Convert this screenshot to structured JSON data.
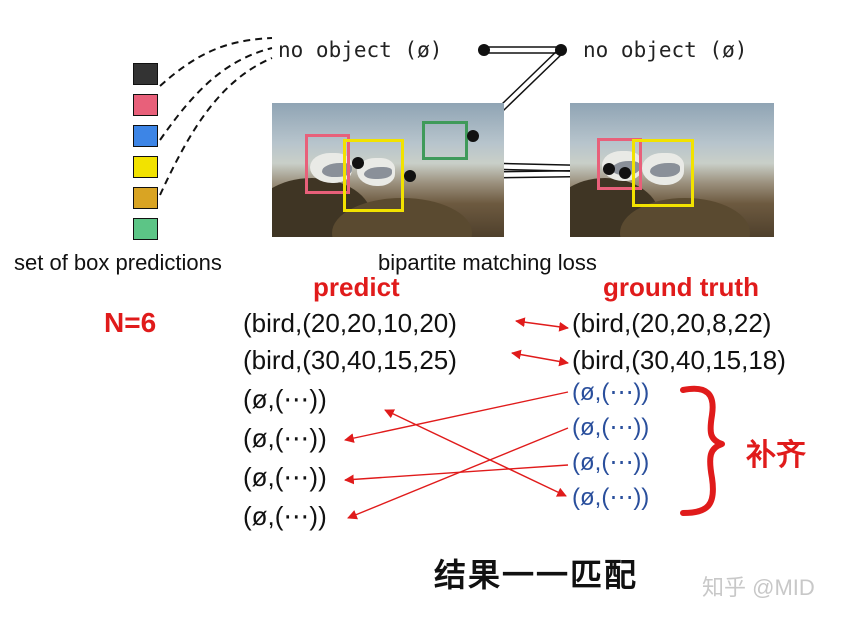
{
  "top": {
    "no_object_left": "no object (ø)",
    "no_object_right": "no object (ø)",
    "caption_left": "set of box predictions",
    "caption_right": "bipartite matching loss"
  },
  "prediction_colors": [
    "#333333",
    "#e8607a",
    "#3d85e6",
    "#f2e200",
    "#d9a423",
    "#5cc586"
  ],
  "labels": {
    "predict": "predict",
    "ground_truth": "ground truth",
    "n": "N=6",
    "padding": "补齐",
    "result": "结果一一匹配",
    "watermark": "知乎 @MID"
  },
  "predictions": [
    "(bird,(20,20,10,20)",
    "(bird,(30,40,15,25)",
    "(ø,(⋯))",
    "(ø,(⋯))",
    "(ø,(⋯))",
    "(ø,(⋯))"
  ],
  "ground_truth": [
    "(bird,(20,20,8,22)",
    "(bird,(30,40,15,18)",
    "(ø,(⋯))",
    "(ø,(⋯))",
    "(ø,(⋯))",
    "(ø,(⋯))"
  ],
  "colors": {
    "accent_red": "#e01b1b",
    "gt_blue": "#2a4f9c"
  }
}
